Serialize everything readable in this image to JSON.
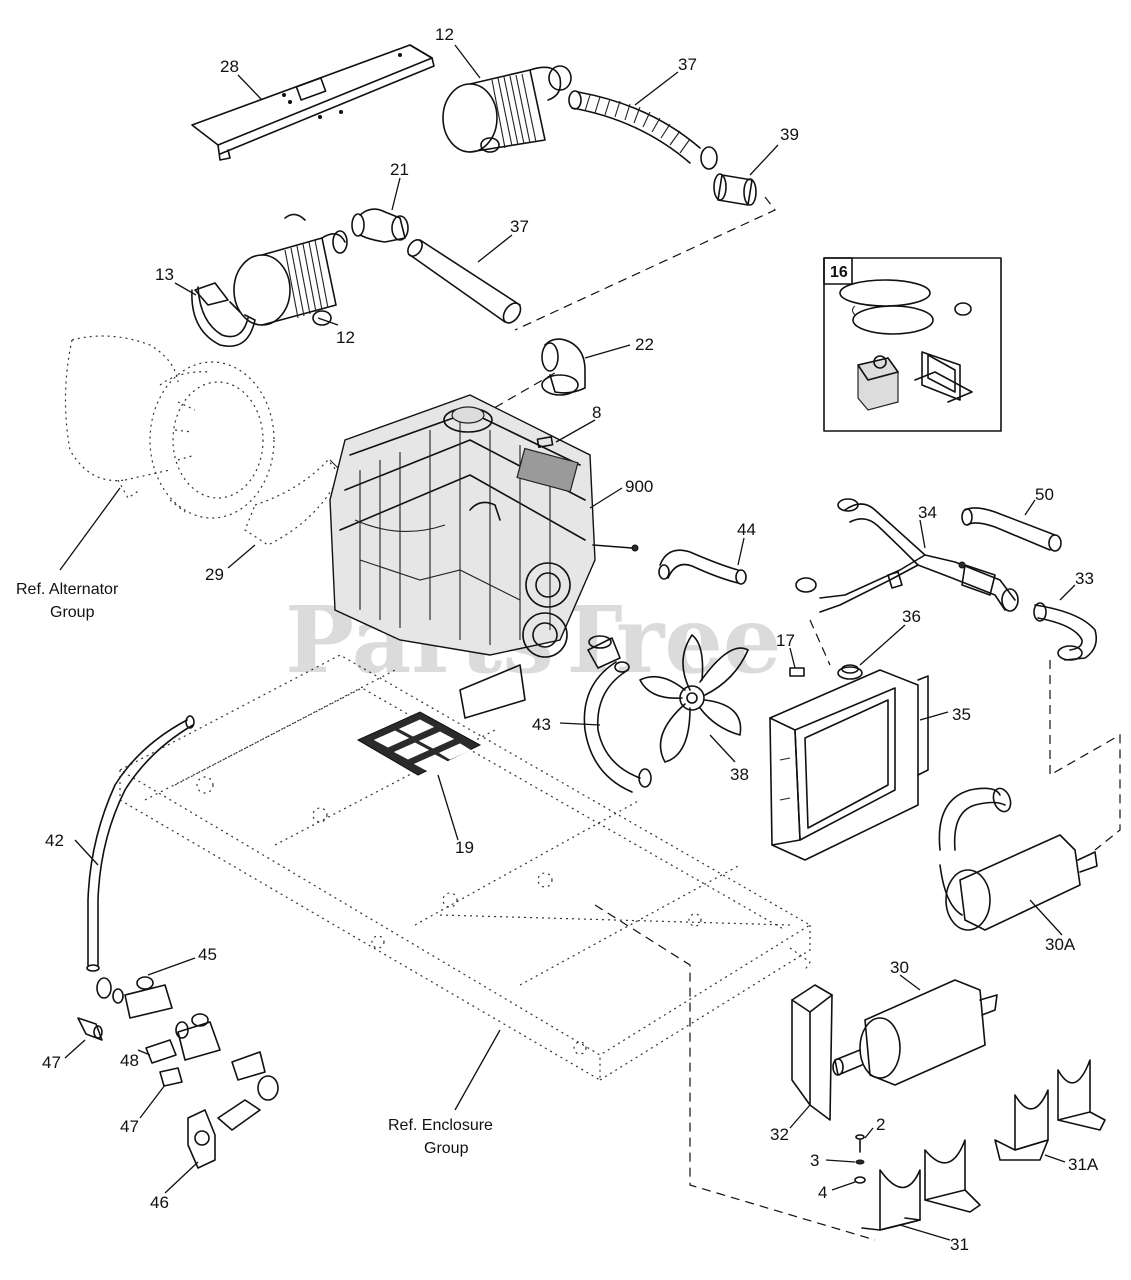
{
  "watermark": "PartsTree",
  "kit_box": {
    "label": "16"
  },
  "callouts": {
    "c28": "28",
    "c12_top": "12",
    "c37_top": "37",
    "c39": "39",
    "c21": "21",
    "c37_mid": "37",
    "c13": "13",
    "c12_mid": "12",
    "c22": "22",
    "c8": "8",
    "c900": "900",
    "c29": "29",
    "c44": "44",
    "c34": "34",
    "c50": "50",
    "c33": "33",
    "c17": "17",
    "c36": "36",
    "c35": "35",
    "c43": "43",
    "c38": "38",
    "c19": "19",
    "c42": "42",
    "c30a": "30A",
    "c45": "45",
    "c30": "30",
    "c47_a": "47",
    "c48": "48",
    "c47_b": "47",
    "c32": "32",
    "c2": "2",
    "c3": "3",
    "c4": "4",
    "c31a": "31A",
    "c46": "46",
    "c31": "31"
  },
  "references": {
    "alternator_line1": "Ref. Alternator",
    "alternator_line2": "Group",
    "enclosure_line1": "Ref. Enclosure",
    "enclosure_line2": "Group"
  }
}
